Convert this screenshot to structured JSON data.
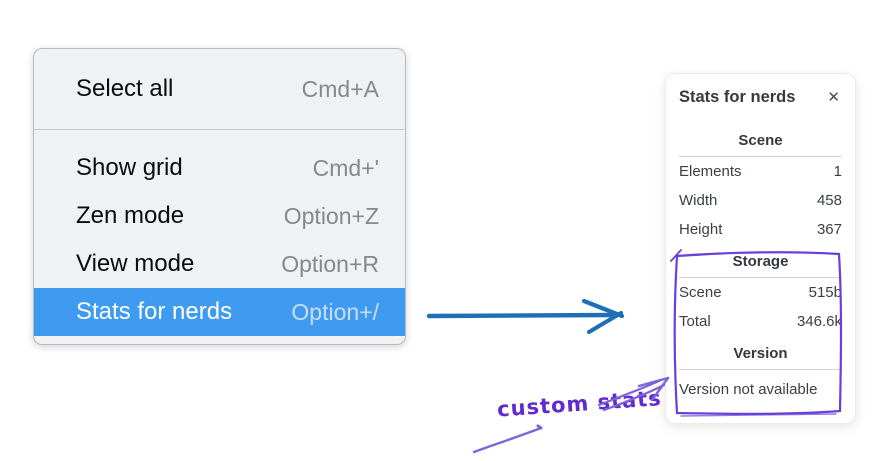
{
  "context_menu": {
    "items": [
      {
        "label": "Select all",
        "shortcut": "Cmd+A",
        "highlighted": false
      },
      {
        "label": "Show grid",
        "shortcut": "Cmd+'",
        "highlighted": false
      },
      {
        "label": "Zen mode",
        "shortcut": "Option+Z",
        "highlighted": false
      },
      {
        "label": "View mode",
        "shortcut": "Option+R",
        "highlighted": false
      },
      {
        "label": "Stats for nerds",
        "shortcut": "Option+/",
        "highlighted": true
      }
    ],
    "highlight_color": "#3e9bf0"
  },
  "stats_panel": {
    "title": "Stats for nerds",
    "close_icon": "✕",
    "sections": [
      {
        "heading": "Scene",
        "rows": [
          [
            "Elements",
            "1"
          ],
          [
            "Width",
            "458"
          ],
          [
            "Height",
            "367"
          ]
        ]
      },
      {
        "heading": "Storage",
        "rows": [
          [
            "Scene",
            "515b"
          ],
          [
            "Total",
            "346.6k"
          ]
        ]
      },
      {
        "heading": "Version",
        "rows": [],
        "note": "Version not available"
      }
    ]
  },
  "annotations": {
    "label": "custom stats",
    "purple_box_color": "#6741d9",
    "purple_arrow_color": "#7e63da",
    "blue_arrow_color": "#1d6fb8"
  }
}
